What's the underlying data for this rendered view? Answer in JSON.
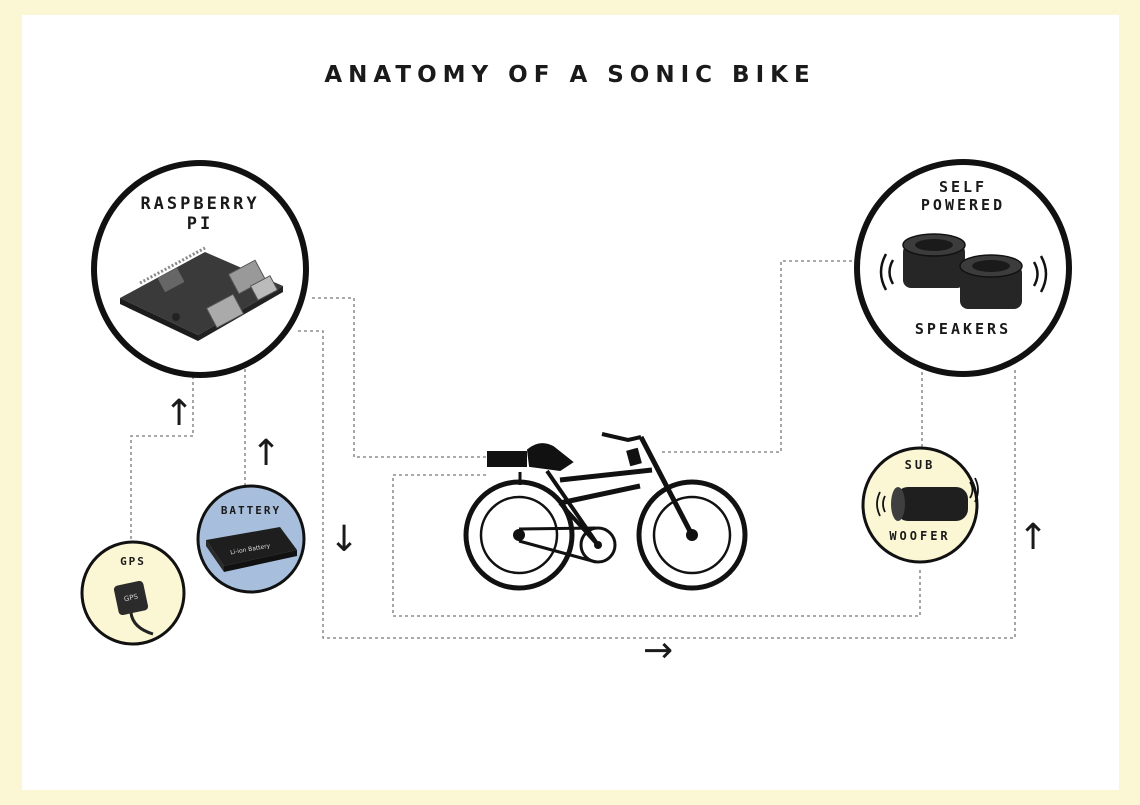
{
  "title": "ANATOMY OF A SONIC BIKE",
  "components": {
    "raspberry_pi": "RASPBERRY PI",
    "raspberry_pi_line1": "RASPBERRY",
    "raspberry_pi_line2": "PI",
    "speakers_top_line1": "SELF",
    "speakers_top_line2": "POWERED",
    "speakers_bottom": "SPEAKERS",
    "subwoofer_top": "SUB",
    "subwoofer_bottom": "WOOFER",
    "battery": "BATTERY",
    "gps": "GPS",
    "battery_print": "Li-ion Battery",
    "gps_print": "GPS"
  },
  "colors": {
    "background": "#fbf6d3",
    "card": "#ffffff",
    "circle_fill_cream": "#fbf6d3",
    "battery_fill": "#a7bfdc",
    "ink": "#1a1a1a",
    "connector": "#777777"
  },
  "arrows": {
    "gps_to_pi": "↑",
    "battery_to_pi": "↑",
    "pi_down": "↓",
    "bottom_right": "→",
    "subwoofer_up": "↑"
  }
}
